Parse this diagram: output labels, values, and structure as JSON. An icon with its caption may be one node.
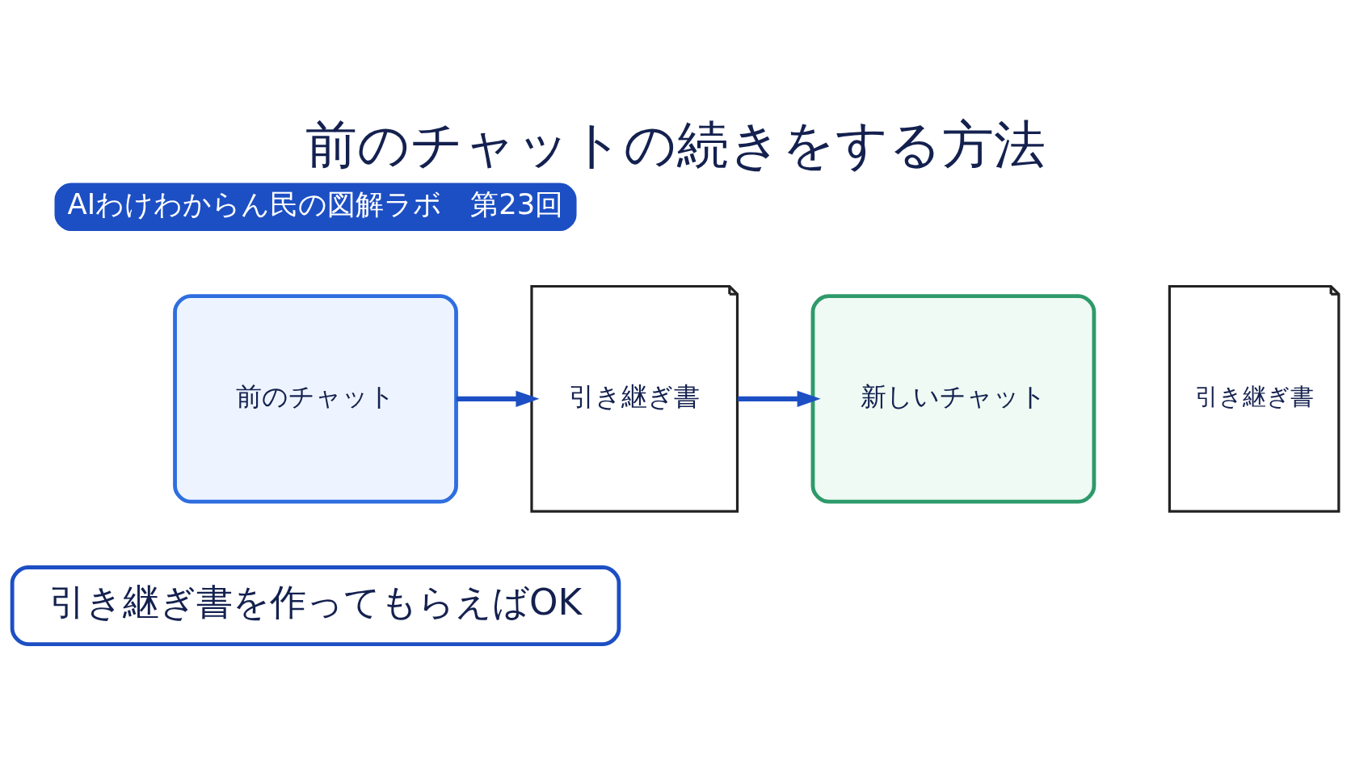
{
  "diagram": {
    "title": "前のチャットの続きをする方法",
    "nodes": [
      {
        "text": [
          "AIわけわからん民の図解ラボ　第23回"
        ]
      },
      {
        "text": [
          "前のチャット"
        ]
      },
      {
        "text": [
          "引き継ぎ書"
        ]
      },
      {
        "text": [
          "新しいチャット"
        ]
      },
      {
        "text": [
          "引き継ぎ書"
        ]
      },
      {
        "text": [
          "引き継ぎ書を作ってもらえばOK"
        ]
      }
    ],
    "edges": [
      {
        "from": 1,
        "to": 2,
        "arrow": "to"
      },
      {
        "from": 2,
        "to": 3,
        "arrow": "to"
      }
    ]
  }
}
